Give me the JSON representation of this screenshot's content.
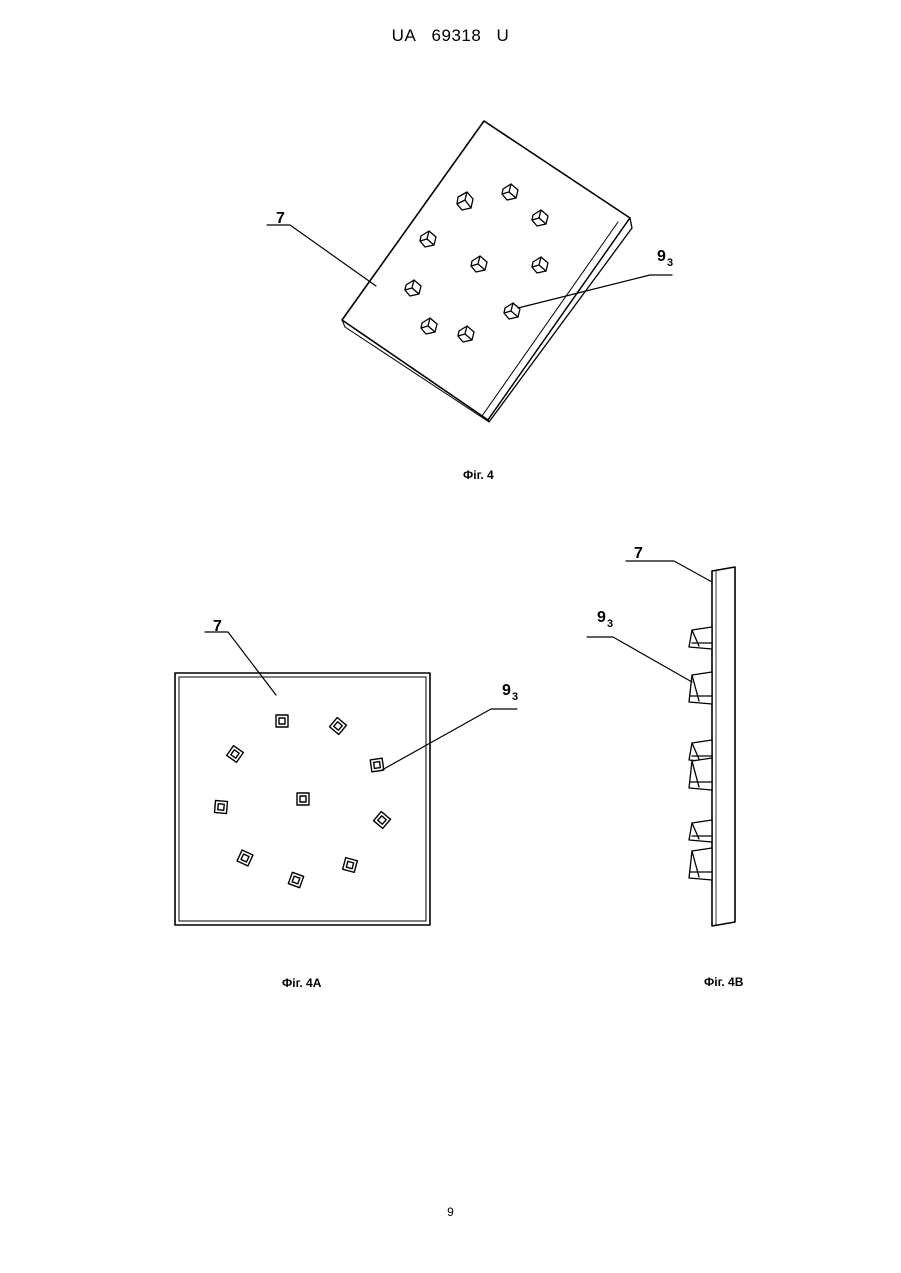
{
  "header": {
    "country": "UA",
    "number": "69318",
    "kind": "U"
  },
  "figures": {
    "fig4": {
      "caption": "Фіг. 4",
      "label_plate": "7",
      "label_pin_main": "9",
      "label_pin_sub": "3"
    },
    "fig4a": {
      "caption": "Фіг. 4A",
      "label_plate": "7",
      "label_pin_main": "9",
      "label_pin_sub": "3"
    },
    "fig4b": {
      "caption": "Фіг. 4В",
      "label_plate": "7",
      "label_pin_main": "9",
      "label_pin_sub": "3"
    }
  },
  "page_number": "9"
}
